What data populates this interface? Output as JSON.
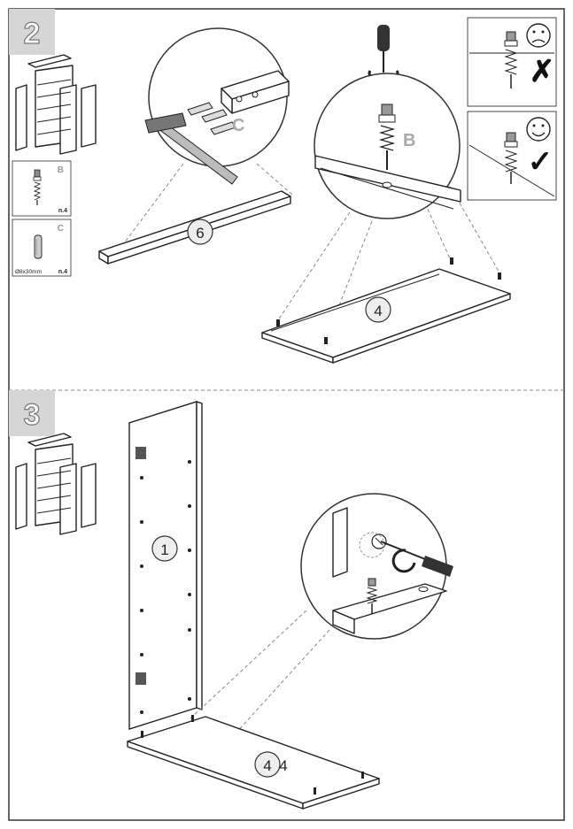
{
  "steps": [
    {
      "number": "2"
    },
    {
      "number": "3"
    }
  ],
  "parts": [
    {
      "letter": "B",
      "qty": "n.4"
    },
    {
      "letter": "C",
      "size": "Ø8x30mm",
      "qty": "n.4"
    }
  ],
  "callouts": {
    "dowel": "C",
    "cam_bolt": "B"
  },
  "panels": {
    "rail": "6",
    "bottom_step2": "4",
    "side": "1",
    "bottom_step3": "4"
  },
  "check": {
    "wrong": "✗",
    "right": "✓"
  }
}
